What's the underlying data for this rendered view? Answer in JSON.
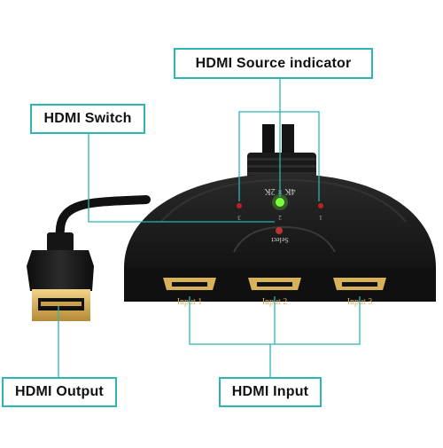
{
  "callouts": {
    "source_indicator": "HDMI Source indicator",
    "switch": "HDMI Switch",
    "output": "HDMI Output",
    "input": "HDMI Input"
  },
  "device": {
    "resolution": "4K × 2K",
    "select": "Select",
    "led_numbers": [
      "3",
      "2",
      "1"
    ],
    "ports": [
      "Input 1",
      "Input 2",
      "Input 3"
    ]
  },
  "colors": {
    "callout_border": "#2bb5b5",
    "leader_line": "#2bb5b5",
    "device_body": "#141414",
    "port_gold": "#d8b25a",
    "led_active": "#7dff3c"
  }
}
